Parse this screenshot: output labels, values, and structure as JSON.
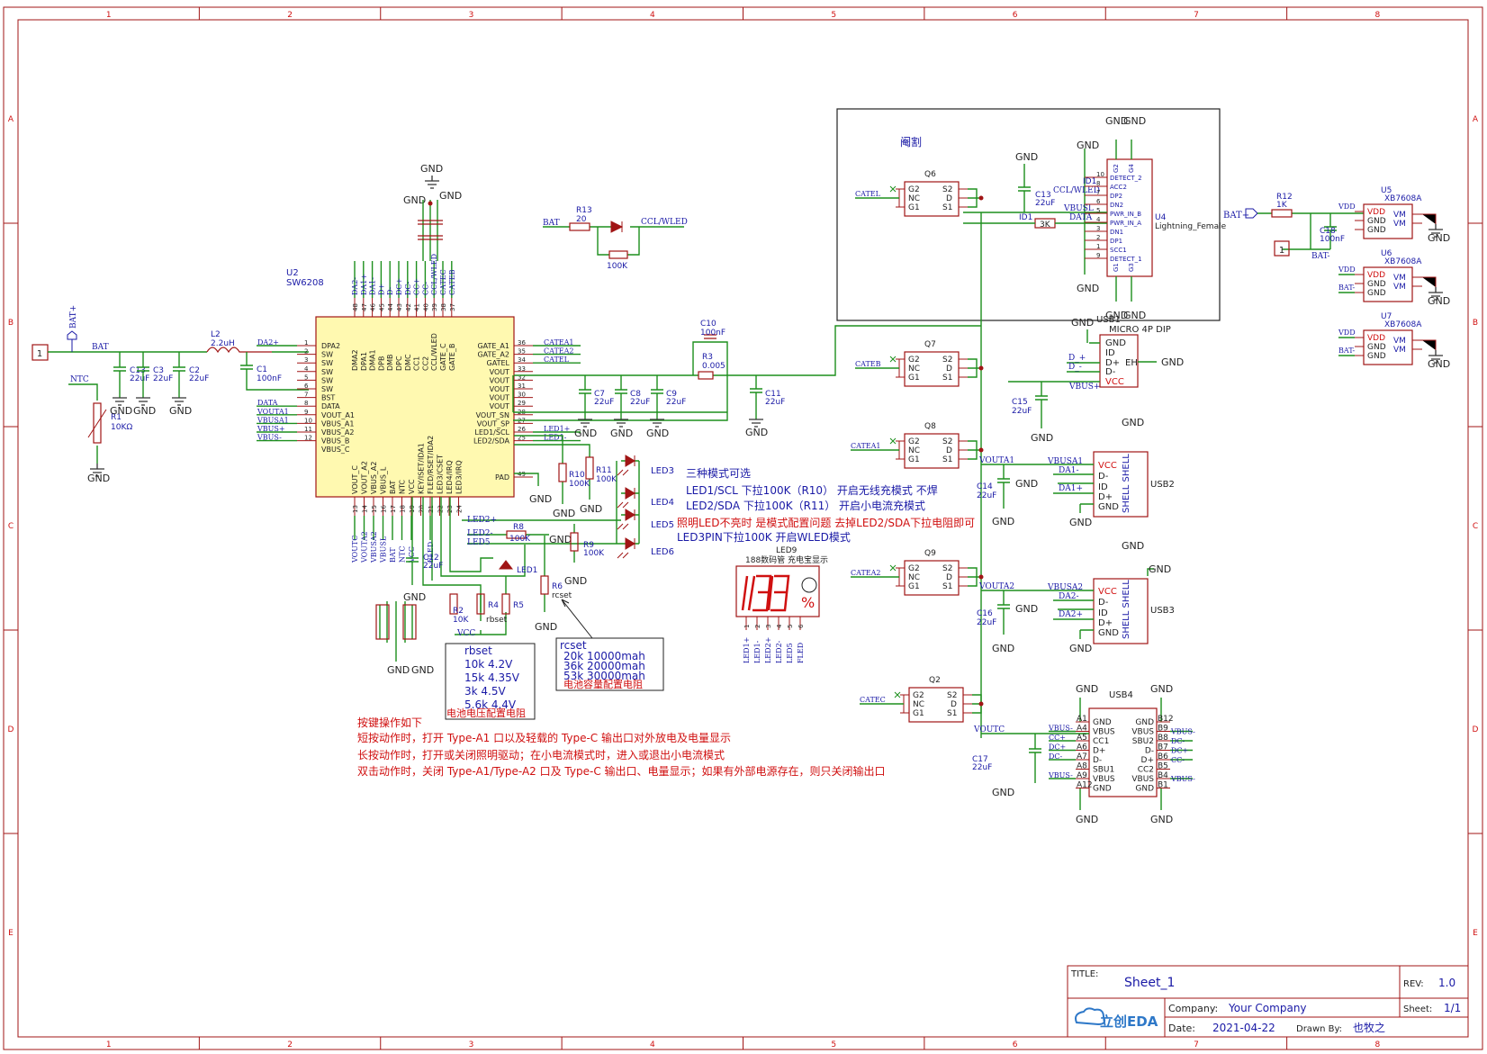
{
  "frame": {
    "columns": [
      "1",
      "2",
      "3",
      "4",
      "5",
      "6",
      "7",
      "8"
    ],
    "rows": [
      "A",
      "B",
      "C",
      "D",
      "E"
    ]
  },
  "chip": {
    "ref": "U2",
    "name": "SW6208",
    "left_pins": [
      {
        "n": "1",
        "name": "DPA2",
        "net": "DA2+"
      },
      {
        "n": "2",
        "name": "SW",
        "net": ""
      },
      {
        "n": "3",
        "name": "SW",
        "net": ""
      },
      {
        "n": "4",
        "name": "SW",
        "net": ""
      },
      {
        "n": "5",
        "name": "SW",
        "net": ""
      },
      {
        "n": "6",
        "name": "SW",
        "net": ""
      },
      {
        "n": "7",
        "name": "BST",
        "net": ""
      },
      {
        "n": "8",
        "name": "DATA",
        "net": "DATA"
      },
      {
        "n": "9",
        "name": "VOUT_A1",
        "net": "VOUTA1"
      },
      {
        "n": "10",
        "name": "VBUS_A1",
        "net": "VBUSA1"
      },
      {
        "n": "11",
        "name": "VBUS_A2",
        "net": "VBUS+"
      },
      {
        "n": "12",
        "name": "VBUS_B",
        "net": "VBUS-"
      },
      {
        "n": "",
        "name": "VBUS_C",
        "net": ""
      }
    ],
    "right_pins": [
      {
        "n": "36",
        "name": "GATE_A1",
        "net": "CATEA1"
      },
      {
        "n": "35",
        "name": "GATE_A2",
        "net": "CATEA2"
      },
      {
        "n": "34",
        "name": "GATEL",
        "net": "CATEL"
      },
      {
        "n": "33",
        "name": "VOUT",
        "net": ""
      },
      {
        "n": "32",
        "name": "VOUT",
        "net": ""
      },
      {
        "n": "31",
        "name": "VOUT",
        "net": ""
      },
      {
        "n": "30",
        "name": "VOUT",
        "net": ""
      },
      {
        "n": "29",
        "name": "VOUT",
        "net": ""
      },
      {
        "n": "28",
        "name": "VOUT_SN",
        "net": ""
      },
      {
        "n": "27",
        "name": "VOUT_SP",
        "net": ""
      },
      {
        "n": "26",
        "name": "LED1/SCL",
        "net": "LED1+"
      },
      {
        "n": "25",
        "name": "LED2/SDA",
        "net": "LED1-"
      },
      {
        "n": "49",
        "name": "PAD",
        "net": ""
      }
    ],
    "top_pins": [
      {
        "n": "48",
        "name": "DMA2",
        "net": "DA2-"
      },
      {
        "n": "47",
        "name": "DPA1",
        "net": "DA1+"
      },
      {
        "n": "46",
        "name": "DMA1",
        "net": "DA1-"
      },
      {
        "n": "45",
        "name": "DPB",
        "net": "D+"
      },
      {
        "n": "44",
        "name": "DMB",
        "net": "D-"
      },
      {
        "n": "43",
        "name": "DPC",
        "net": "DC+"
      },
      {
        "n": "42",
        "name": "DMC",
        "net": "DC-"
      },
      {
        "n": "41",
        "name": "CC1",
        "net": "CC+"
      },
      {
        "n": "40",
        "name": "CC2",
        "net": "CC-"
      },
      {
        "n": "39",
        "name": "CCL/WLED",
        "net": "CCL/WLED"
      },
      {
        "n": "38",
        "name": "GATE_C",
        "net": "CATEC"
      },
      {
        "n": "37",
        "name": "GATE_B",
        "net": "CATEB"
      }
    ],
    "bottom_pins": [
      {
        "n": "13",
        "name": "VOUT_C",
        "net": "VOUTC"
      },
      {
        "n": "14",
        "name": "VOUT_A2",
        "net": "VOUTA2"
      },
      {
        "n": "15",
        "name": "VBUS_A2",
        "net": "VBUSA2"
      },
      {
        "n": "16",
        "name": "VBUS_L",
        "net": "VBUSL"
      },
      {
        "n": "17",
        "name": "BAT",
        "net": "BAT"
      },
      {
        "n": "18",
        "name": "NTC",
        "net": "NTC"
      },
      {
        "n": "19",
        "name": "VCC",
        "net": "VCC"
      },
      {
        "n": "20",
        "name": "KEY/ISET/IDA1",
        "net": ""
      },
      {
        "n": "21",
        "name": "FLED/RSET/IDA2",
        "net": "FLED"
      },
      {
        "n": "22",
        "name": "LED3/CSET",
        "net": ""
      },
      {
        "n": "23",
        "name": "LED4/IRQ",
        "net": ""
      },
      {
        "n": "24",
        "name": "LED3/IRQ",
        "net": ""
      }
    ]
  },
  "labels": {
    "gnd": "GND",
    "bat_plus": "BAT+",
    "bat": "BAT",
    "ntc": "NTC",
    "vcc": "VCC",
    "ccl_wled": "CCL/WLED",
    "dielectric_title": "阉割",
    "led2p": "LED2+",
    "led2m": "LED2-",
    "led5": "LED5",
    "rbset": "rbset",
    "rcset": "rcset"
  },
  "passives": {
    "L2": {
      "ref": "L2",
      "val": "2.2uH"
    },
    "C13a": {
      "ref": "C13",
      "val": "22uF"
    },
    "C3": {
      "ref": "C3",
      "val": "22uF"
    },
    "C2": {
      "ref": "C2",
      "val": "22uF"
    },
    "C1": {
      "ref": "C1",
      "val": "100nF"
    },
    "R1": {
      "ref": "R1",
      "val": "10KΩ"
    },
    "R13": {
      "ref": "R13",
      "val": "20"
    },
    "R13b": {
      "val": "100K"
    },
    "C10": {
      "ref": "C10",
      "val": "100nF"
    },
    "R3": {
      "ref": "R3",
      "val": "0.005"
    },
    "C7": {
      "ref": "C7",
      "val": "22uF"
    },
    "C8": {
      "ref": "C8",
      "val": "22uF"
    },
    "C9": {
      "ref": "C9",
      "val": "22uF"
    },
    "C11": {
      "ref": "C11",
      "val": "22uF"
    },
    "R10": {
      "ref": "R10",
      "val": "100K"
    },
    "R11": {
      "ref": "R11",
      "val": "100K"
    },
    "R8": {
      "ref": "R8",
      "val": "100K"
    },
    "R9": {
      "ref": "R9",
      "val": "100K"
    },
    "C12": {
      "ref": "C12",
      "val": "22uF"
    },
    "R2": {
      "ref": "R2",
      "val": "10K"
    },
    "R4": {
      "ref": "R4",
      "val": ""
    },
    "R5": {
      "ref": "R5",
      "val": ""
    },
    "R6": {
      "ref": "R6",
      "val": ""
    },
    "C13b": {
      "ref": "C13",
      "val": "22uF"
    },
    "ID1": {
      "ref": "ID1",
      "val": "3K"
    },
    "C15": {
      "ref": "C15",
      "val": "22uF"
    },
    "C14": {
      "ref": "C14",
      "val": "22uF"
    },
    "C16": {
      "ref": "C16",
      "val": "22uF"
    },
    "C17": {
      "ref": "C17",
      "val": "22uF"
    },
    "R12": {
      "ref": "R12",
      "val": "1K"
    },
    "C18": {
      "ref": "C18",
      "val": "100nF"
    }
  },
  "leds": [
    "LED1",
    "LED3",
    "LED4",
    "LED5",
    "LED6"
  ],
  "mosfets": {
    "q6": {
      "ref": "Q6",
      "net": "CATEL"
    },
    "q7": {
      "ref": "Q7",
      "net": "CATEB"
    },
    "q8": {
      "ref": "Q8",
      "net": "CATEA1"
    },
    "q9": {
      "ref": "Q9",
      "net": "CATEA2"
    },
    "q2": {
      "ref": "Q2",
      "net": "CATEC"
    },
    "pins": [
      "G2",
      "NC",
      "G1",
      "S2",
      "D",
      "S1"
    ]
  },
  "lightning": {
    "ref": "U4",
    "name": "Lightning_Female",
    "pins": [
      "DETECT_2",
      "ACC2",
      "DP2",
      "DN2",
      "PWR_IN_B",
      "PWR_IN_A",
      "DN1",
      "DP1",
      "SCC1",
      "DETECT_1"
    ],
    "top": [
      "G2",
      "G4"
    ],
    "bottom": [
      "G1",
      "G3"
    ],
    "nets": [
      "CCL/WLED",
      "VBUSL",
      "DATA"
    ]
  },
  "usb1": {
    "ref": "USB1",
    "name": "MICRO 4P DIP",
    "pins": [
      "GND",
      "ID",
      "D+",
      "D-",
      "VCC"
    ],
    "eh": "EH",
    "nets": [
      "D_+",
      "D_-",
      "VBUS+"
    ]
  },
  "usb2": {
    "ref": "USB2",
    "pins": [
      "VCC",
      "D-",
      "ID",
      "D+",
      "GND"
    ],
    "shell": "SHELL SHELL",
    "nets": [
      "VBUSA1",
      "DA1-",
      "DA1+",
      "VOUTA1"
    ]
  },
  "usb3": {
    "ref": "USB3",
    "pins": [
      "VCC",
      "D-",
      "ID",
      "D+",
      "GND"
    ],
    "shell": "SHELL SHELL",
    "nets": [
      "VBUSA2",
      "DA2-",
      "DA2+",
      "VOUTA2"
    ]
  },
  "usb4": {
    "ref": "USB4",
    "left_pins": [
      "A1",
      "A4",
      "A5",
      "A6",
      "A7",
      "A8",
      "A9",
      "A12"
    ],
    "left_names": [
      "GND",
      "VBUS",
      "CC1",
      "D+",
      "D-",
      "SBU1",
      "VBUS",
      "GND"
    ],
    "right_pins": [
      "B12",
      "B9",
      "B8",
      "B7",
      "B6",
      "B5",
      "B4",
      "B1"
    ],
    "right_names": [
      "GND",
      "VBUS",
      "SBU2",
      "D-",
      "D+",
      "CC2",
      "VBUS",
      "GND"
    ],
    "left_nets": [
      "VBUS-",
      "CC+",
      "DC+",
      "DC-",
      "VBUS-"
    ],
    "right_nets": [
      "VBUS-",
      "DC-",
      "DC+",
      "CC-",
      "VBUS-"
    ],
    "vout": "VOUTC"
  },
  "xb7608": [
    {
      "ref": "U5",
      "name": "XB7608A",
      "net": "BAT-"
    },
    {
      "ref": "U6",
      "name": "XB7608A",
      "net": "BAT-"
    },
    {
      "ref": "U7",
      "name": "XB7608A",
      "net": "BAT-"
    }
  ],
  "xb_pins": {
    "vdd": "VDD",
    "gnd": "GND",
    "vm": "VM"
  },
  "seg": {
    "ref": "LED9",
    "desc": "188数码管 充电宝显示",
    "pins": [
      "LED1+",
      "LED1-",
      "LED2+",
      "LED2-",
      "LED5",
      "FLED"
    ],
    "nums": [
      "1",
      "2",
      "3",
      "4",
      "5",
      "6"
    ]
  },
  "notes_blue": [
    "三种模式可选",
    "LED1/SCL 下拉100K（R10） 开启无线充模式 不焊",
    "LED2/SDA 下拉100K（R11） 开启小电流充模式"
  ],
  "notes_red": [
    "照明LED不亮时 是模式配置问题 去掉LED2/SDA下拉电阻即可"
  ],
  "note_led3": "LED3PIN下拉100K 开启WLED模式",
  "rbset_box": {
    "title": "rbset",
    "rows": [
      "10k 4.2V",
      "15k 4.35V",
      "3k 4.5V",
      "5.6k 4.4V"
    ],
    "footer": "电池电压配置电阻"
  },
  "rcset_box": {
    "title": "rcset",
    "rows": [
      "20k 10000mah",
      "36k 20000mah",
      "53k 30000mah"
    ],
    "footer": "电池容量配置电阻"
  },
  "key_notes": [
    "按键操作如下",
    "短按动作时，打开 Type-A1 口以及轻载的 Type-C 输出口对外放电及电量显示",
    "长按动作时，打开或关闭照明驱动；在小电流模式时，进入或退出小电流模式",
    "双击动作时，关闭 Type-A1/Type-A2 口及 Type-C 输出口、电量显示；如果有外部电源存在，则只关闭输出口"
  ],
  "title_block": {
    "title_label": "TITLE:",
    "title": "Sheet_1",
    "rev_label": "REV:",
    "rev": "1.0",
    "company_label": "Company:",
    "company": "Your Company",
    "sheet_label": "Sheet:",
    "sheet": "1/1",
    "date_label": "Date:",
    "date": "2021-04-22",
    "drawn_label": "Drawn By:",
    "drawn": "也牧之",
    "logo": "立创EDA"
  },
  "connector_j": "1"
}
